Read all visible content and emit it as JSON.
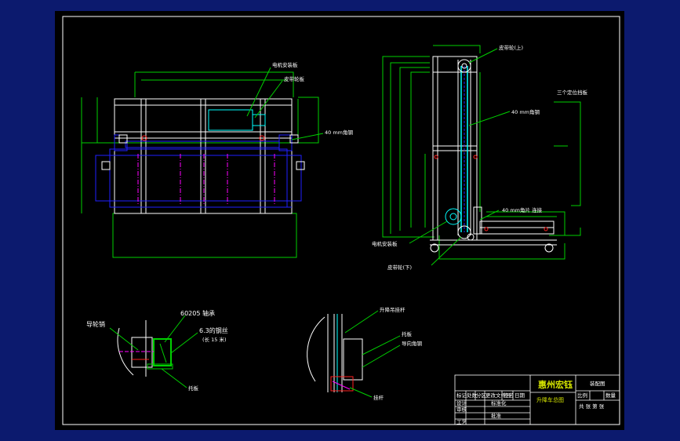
{
  "palette": {
    "background": "#0c1a6e",
    "sheet": "#000000",
    "frame": "#ffffff",
    "green": "#00d000",
    "cyan": "#00ffff",
    "blue": "#2020ff",
    "magenta": "#ff00ff",
    "yellow": "#ffff00",
    "red": "#ff2020"
  },
  "side_view_labels": {
    "roller_top": "皮带轮(上)",
    "angle_40": "40 mm角钢",
    "three_stop": "三个定位挡板",
    "angle_40_flat": "40 mm角片 连接",
    "motor_plate": "电机安装板",
    "roller_bottom": "皮带轮(下)"
  },
  "front_view_labels": {
    "motor_plate": "电机安装板",
    "belt_plate": "皮带轮板",
    "angle_40": "40 mm角钢"
  },
  "detail_a_labels": {
    "guide_pin": "导轮销",
    "bearing": "60205 轴承",
    "spring_line1": "6.3的钢丝",
    "spring_line2": "(长 15 米)",
    "plate": "托板"
  },
  "detail_b_labels": {
    "lift_rod": "升降吊挂杆",
    "plate": "托板",
    "guide_angle": "导向角钢",
    "hook": "挂杆"
  },
  "title_block": {
    "company": "惠州宏钰",
    "drawing_name": "升降车总图",
    "stage": "装配图",
    "scale": "比例",
    "qty": "数量",
    "sheet_no": "共 张 第 张",
    "design": "设计",
    "check": "审核",
    "process": "工艺",
    "approve": "批准",
    "std": "标准化",
    "date": "日期",
    "mark": "标记",
    "count": "处数",
    "zone": "分区",
    "doc": "更改文件号",
    "sign": "签名"
  }
}
